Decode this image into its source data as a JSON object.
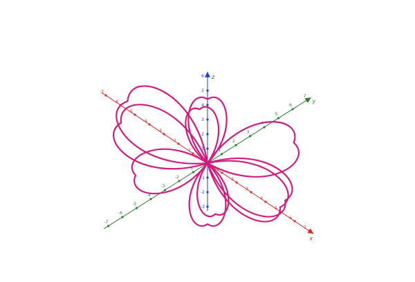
{
  "chart_data": {
    "type": "3d-parametric-curve",
    "title": "",
    "curve": {
      "name": "",
      "color": "#D41A7C",
      "kind": "rose",
      "petals": 10,
      "center": [
        0,
        0,
        0
      ],
      "petal_tips_approx": [
        {
          "x": 0,
          "y": 0,
          "z": 4.4
        },
        {
          "x": 0,
          "y": 0,
          "z": -4.2
        },
        {
          "x": -5.5,
          "y": 0,
          "z": 0.6
        },
        {
          "x": 5.0,
          "y": 0,
          "z": 0.3
        },
        {
          "x": -3.5,
          "y": -2.5,
          "z": 2.0
        },
        {
          "x": 3.5,
          "y": 2.5,
          "z": 2.2
        },
        {
          "x": -3.0,
          "y": -2.0,
          "z": -1.6
        },
        {
          "x": 3.2,
          "y": 2.2,
          "z": -1.8
        },
        {
          "x": -2.5,
          "y": 2.0,
          "z": 0.8
        },
        {
          "x": 2.5,
          "y": -2.0,
          "z": -0.6
        }
      ]
    },
    "axes": {
      "x": {
        "label": "x",
        "color": "#D32F2F",
        "range": [
          -7,
          7
        ],
        "tick_labels": [
          "-7",
          "-6",
          "-5",
          "-4",
          "-3",
          "-2",
          "-1",
          "1",
          "2",
          "3",
          "4",
          "5",
          "6",
          "7"
        ]
      },
      "y": {
        "label": "y",
        "color": "#2E7D32",
        "range": [
          -7,
          7
        ],
        "tick_labels": [
          "-7",
          "-6",
          "-5",
          "-4",
          "-3",
          "-2",
          "-1",
          "1",
          "2",
          "3",
          "4",
          "5",
          "6",
          "7"
        ]
      },
      "z": {
        "label": "z",
        "color": "#1A3FD4",
        "range": [
          -3,
          6
        ],
        "tick_labels": [
          "-3",
          "-2",
          "-1",
          "1",
          "2",
          "3",
          "4",
          "5",
          "6"
        ]
      }
    },
    "grid": false,
    "legend": "none"
  }
}
